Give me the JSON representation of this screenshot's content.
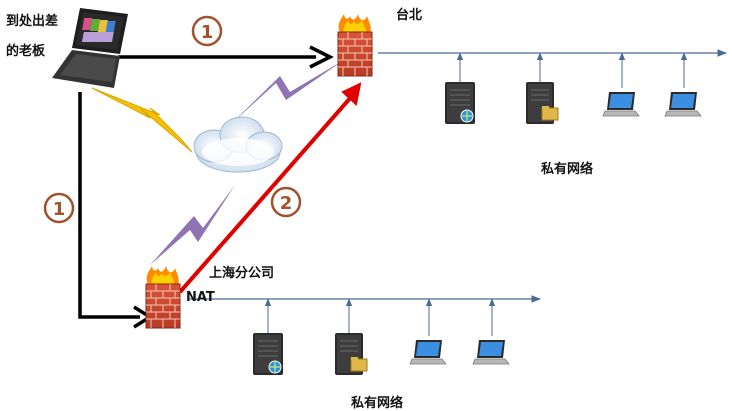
{
  "labels": {
    "boss_line1": "到处出差",
    "boss_line2": "的老板",
    "taipei": "台北",
    "shanghai": "上海分公司",
    "nat": "NAT",
    "private_top": "私有网络",
    "private_bottom": "私有网络"
  },
  "badges": {
    "top": "1",
    "left": "1",
    "middle": "2"
  },
  "colors": {
    "path_one": "#000000",
    "path_two": "#e00000",
    "network_line": "#4a6a9a",
    "badge": "#a0522d",
    "wireless_yellow": "#f2c200",
    "wireless_purple": "#7a5aa8"
  },
  "icons": [
    "laptop-icon",
    "firewall-icon",
    "cloud-icon",
    "server-icon",
    "file-server-icon",
    "laptop-client-icon"
  ]
}
